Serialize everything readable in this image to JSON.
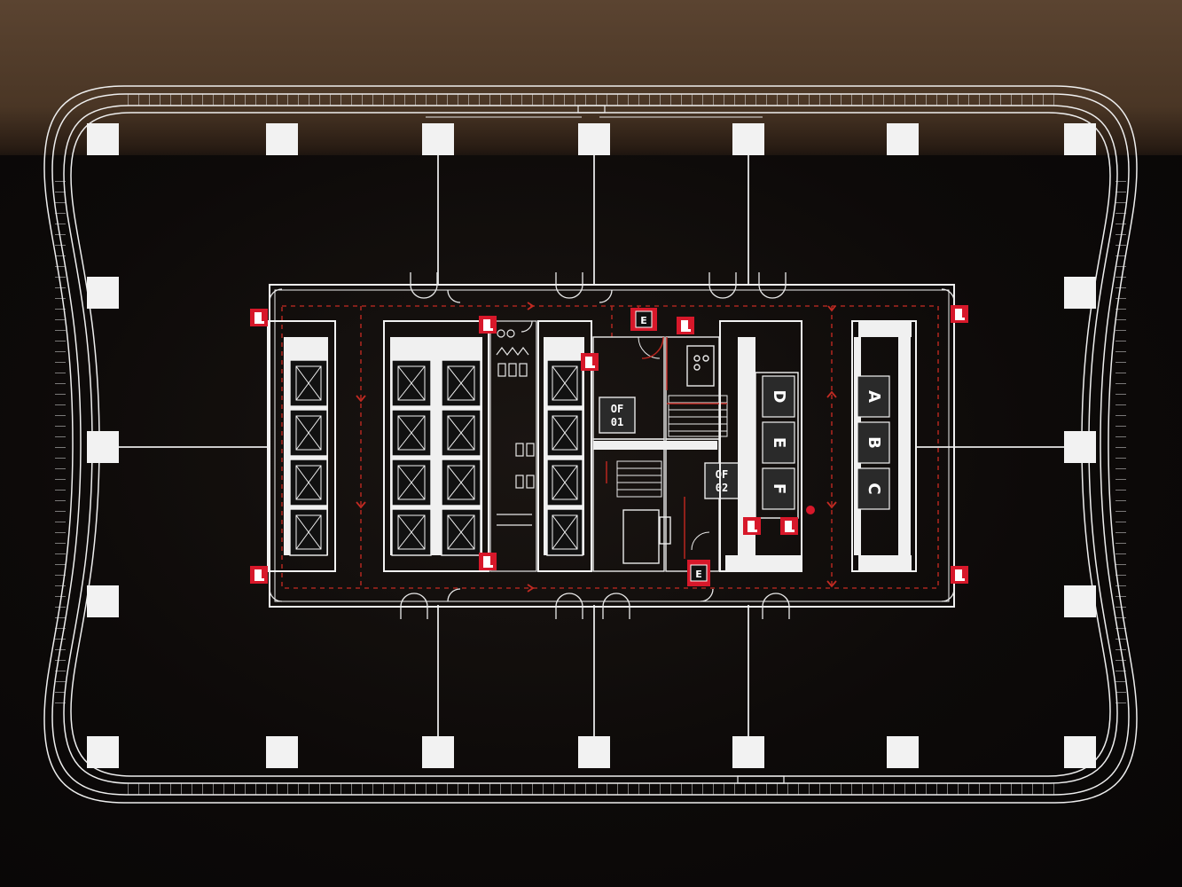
{
  "plan": {
    "colors": {
      "background": "#0d0a09",
      "line": "#f2f2f2",
      "column": "#f4f4f4",
      "accent": "#d7182a",
      "route": "#a8261f",
      "lift_fill": "#1e1e1e"
    },
    "lift_bank_right": [
      "D",
      "E",
      "F"
    ],
    "lift_bank_far_right": [
      "A",
      "B",
      "C"
    ],
    "rooms": [
      {
        "line1": "OF",
        "line2": "01"
      },
      {
        "line1": "OF",
        "line2": "02"
      }
    ],
    "exit_signs": [
      "E",
      "E"
    ],
    "icons": [
      "fire-extinguisher-icon",
      "elevator-car-icon",
      "door-swing-icon",
      "stair-icon"
    ]
  }
}
